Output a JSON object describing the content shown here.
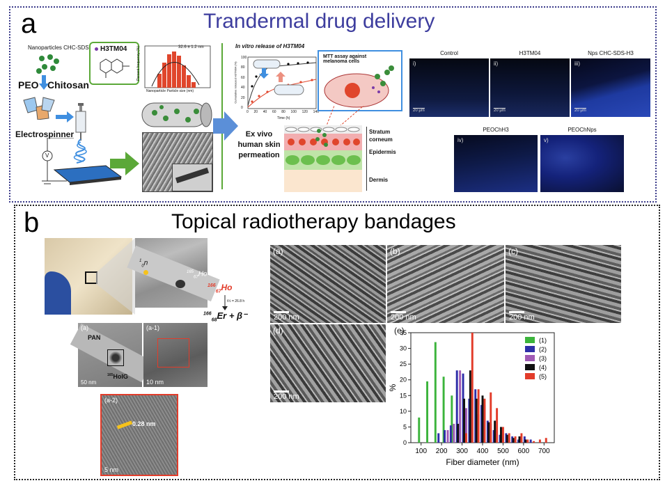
{
  "panel_a": {
    "letter": "a",
    "title": "Trandermal drug delivery",
    "nanoparticles_label": "Nanoparticles CHC-SDS-H",
    "peo_label": "PEO",
    "chitosan_label": "Chitosan",
    "electrospinner_label": "Electrospinner",
    "voltage_label": "V",
    "compound_label": "H3TM04",
    "histogram_stat": "32.6 ± 1.2 nm",
    "histogram_ylabel": "Percent frequency (%)",
    "histogram_xlabel": "Nanoparticle Particle size (nm)",
    "release_title": "In vitro release of H3TM04",
    "release_xlabel": "Time (h)",
    "release_ylabel": "Cumulative released H3TM04 (%)",
    "release_xticks": [
      "0",
      "20",
      "40",
      "60",
      "80",
      "100",
      "120",
      "140"
    ],
    "release_yticks": [
      "0",
      "20",
      "40",
      "60",
      "80",
      "100"
    ],
    "ex_vivo_label": "Ex vivo human skin permeation",
    "mtt_label": "MTT assay against melanoma cells",
    "skin_layers": [
      "Stratum corneum",
      "Epidermis",
      "Dermis"
    ],
    "micrographs": [
      {
        "title": "Control",
        "tag": "i)",
        "scale": "20 μm"
      },
      {
        "title": "H3TM04",
        "tag": "ii)",
        "scale": "20 μm"
      },
      {
        "title": "Nps CHC-SDS-H3",
        "tag": "iii)",
        "scale": "20 μm"
      },
      {
        "title": "PEOChH3",
        "tag": "iv)",
        "scale": ""
      },
      {
        "title": "PEOChNps",
        "tag": "v)",
        "scale": ""
      }
    ]
  },
  "panel_b": {
    "letter": "b",
    "title": "Topical  radiotherapy bandages",
    "neutron_label": "n",
    "neutron_sup": "1",
    "neutron_sub": "0",
    "ho165_label": "Ho",
    "ho165_sup": "165",
    "ho165_sub": "67",
    "ho166_label": "Ho",
    "ho166_sup": "166",
    "ho166_sub": "67",
    "halflife_label": "t½ = 26.8 h",
    "er_label": "Er + β⁻",
    "er_sup": "166",
    "er_sub": "68",
    "tem_panels": [
      {
        "tag": "(a)",
        "scale": "50 nm",
        "pan": "PAN",
        "holg": "HoIG",
        "holg_sup": "165"
      },
      {
        "tag": "(a-1)",
        "scale": "10 nm"
      },
      {
        "tag": "(a-2)",
        "scale": "5 nm",
        "spacing": "0.28 nm"
      }
    ],
    "sem_panels": [
      {
        "tag": "(a)",
        "scale": "200 nm"
      },
      {
        "tag": "(b)",
        "scale": "200 nm"
      },
      {
        "tag": "(c)",
        "scale": "200 nm"
      },
      {
        "tag": "(d)",
        "scale": "200 nm"
      }
    ],
    "histogram_tag": "(e)"
  },
  "colors": {
    "title_blue": "#3d3d9e",
    "series1": "#3cb43c",
    "series2": "#2e2ea8",
    "series3": "#a05ab4",
    "series4": "#111111",
    "series5": "#e23c2a",
    "hist_bar": "#e0462c",
    "micro_bg": "#0a0f2a"
  },
  "chart_data": {
    "type": "bar",
    "title": "",
    "xlabel": "Fiber diameter (nm)",
    "ylabel": "%",
    "xlim": [
      50,
      750
    ],
    "ylim": [
      0,
      35
    ],
    "xticks": [
      100,
      200,
      300,
      400,
      500,
      600,
      700
    ],
    "yticks": [
      0,
      5,
      10,
      15,
      20,
      25,
      30,
      35
    ],
    "legend_position": "top-right",
    "bin_width": 25,
    "series": [
      {
        "name": "(1)",
        "color": "#3cb43c",
        "x": [
          90,
          130,
          170,
          210,
          250
        ],
        "values": [
          8,
          19.5,
          32,
          21,
          15
        ]
      },
      {
        "name": "(2)",
        "color": "#2e2ea8",
        "x": [
          185,
          215,
          245,
          275,
          305,
          335,
          365,
          395,
          425,
          455,
          485,
          515,
          545,
          575,
          605,
          635
        ],
        "values": [
          3,
          4,
          5.5,
          23,
          22,
          14,
          17,
          12,
          7,
          4,
          2.5,
          3,
          2,
          1,
          2,
          1
        ]
      },
      {
        "name": "(3)",
        "color": "#a05ab4",
        "x": [
          230,
          260,
          290,
          320,
          350,
          380,
          410,
          440,
          470,
          500,
          530,
          560,
          590,
          620
        ],
        "values": [
          4,
          6,
          23,
          11,
          14,
          9,
          12,
          6,
          4,
          3,
          1.5,
          1,
          1,
          0.5
        ]
      },
      {
        "name": "(4)",
        "color": "#111111",
        "x": [
          280,
          310,
          340,
          370,
          400,
          430,
          460,
          490,
          520,
          550,
          580,
          610
        ],
        "values": [
          6,
          14,
          23,
          14,
          15,
          6.5,
          7,
          5,
          2.5,
          1.5,
          2,
          1
        ]
      },
      {
        "name": "(5)",
        "color": "#e23c2a",
        "x": [
          320,
          350,
          380,
          410,
          440,
          470,
          500,
          530,
          560,
          590,
          620,
          650,
          680,
          710
        ],
        "values": [
          3,
          35,
          17,
          14,
          16,
          11,
          5,
          3,
          2,
          3,
          1,
          0.5,
          1,
          1.5
        ]
      }
    ]
  }
}
